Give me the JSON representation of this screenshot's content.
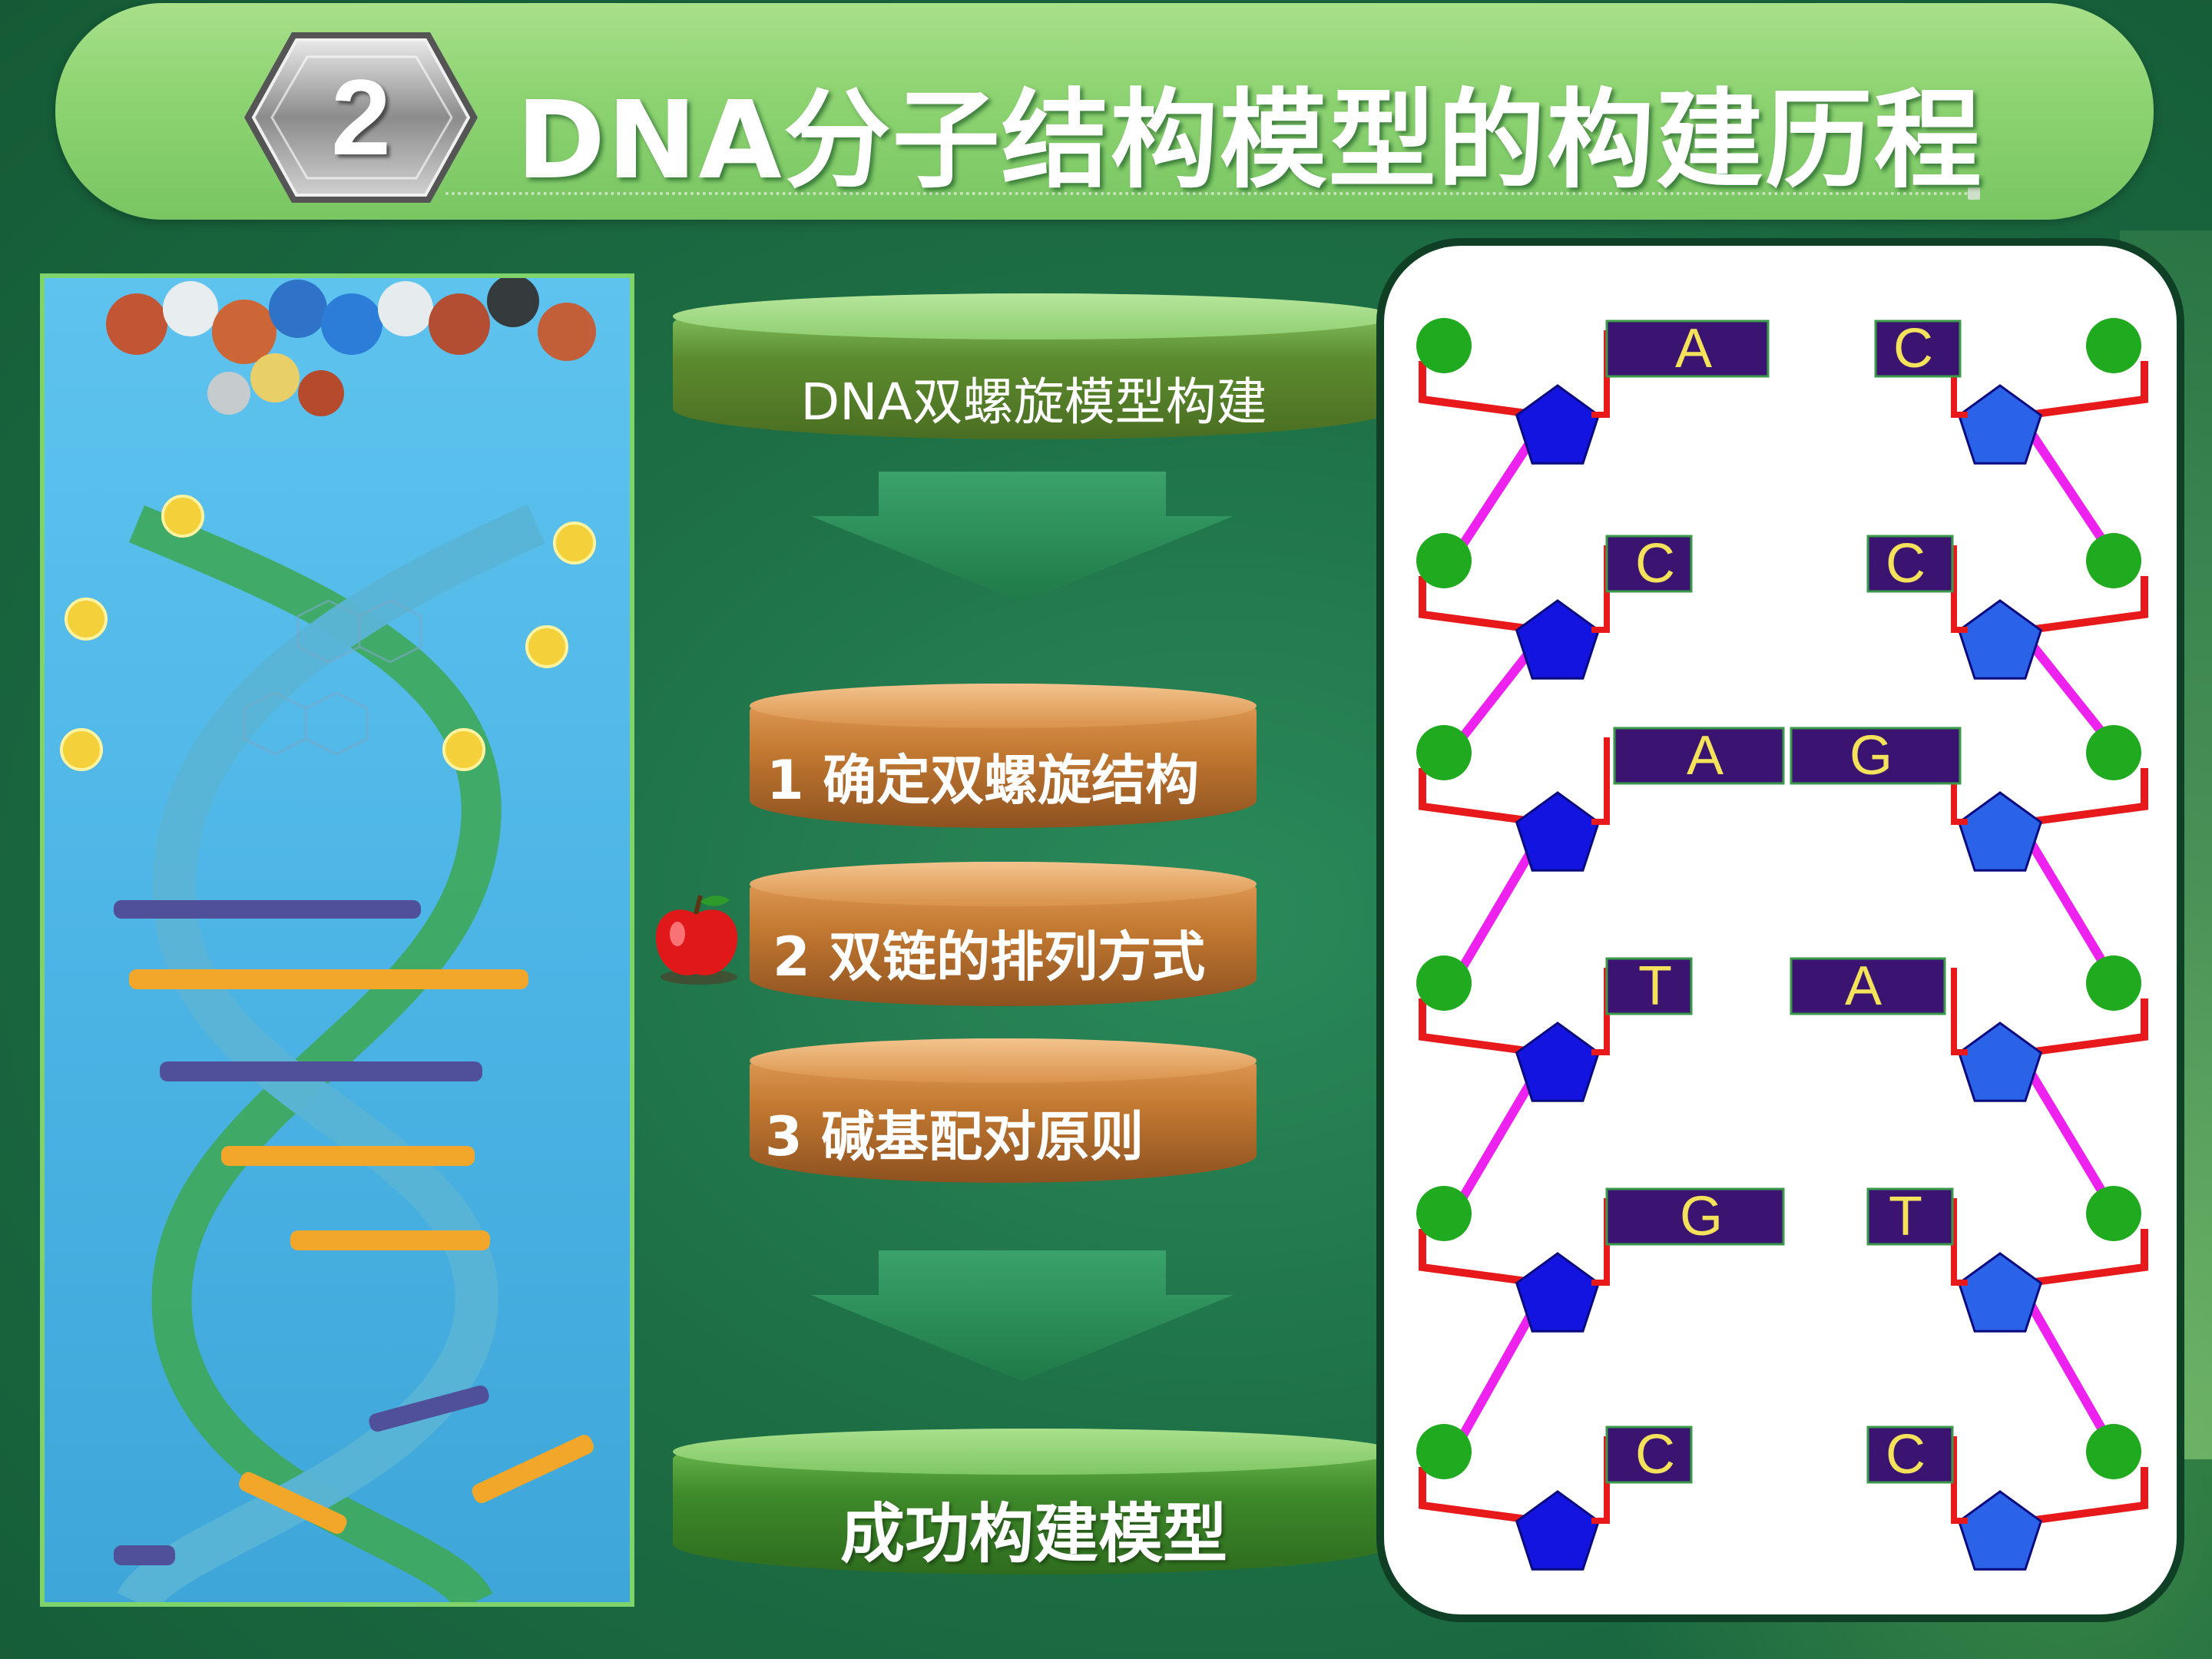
{
  "header": {
    "number": "2",
    "title": "DNA分子结构模型的构建历程"
  },
  "flow": {
    "top": "DNA双螺旋模型构建",
    "steps": [
      "1 确定双螺旋结构",
      "2 双链的排列方式",
      "3 碱基配对原则"
    ],
    "bottom": "成功构建模型"
  },
  "model": {
    "left_bases": [
      "A",
      "C",
      "A",
      "T",
      "G",
      "C"
    ],
    "right_bases": [
      "C",
      "C",
      "G",
      "A",
      "T",
      "C"
    ]
  },
  "colors": {
    "phosphate": "#1faa1f",
    "sugar": "#1414e0",
    "bond": "#e8191a",
    "backbone": "#ee22ee",
    "base_box": "#3a1470",
    "base_text": "#f3e25a"
  },
  "icons": {
    "marker": "apple-icon"
  }
}
